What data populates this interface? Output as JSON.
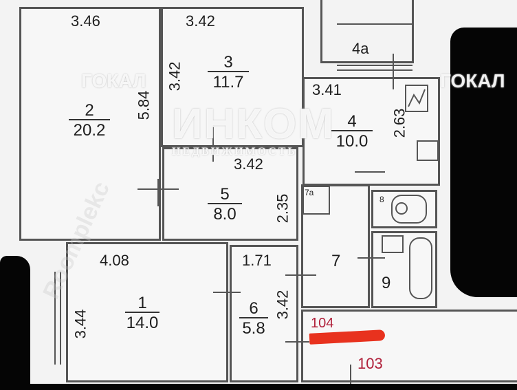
{
  "rooms": {
    "r2": {
      "number": "2",
      "area": "20.2",
      "width": "3.46",
      "length": "5.84"
    },
    "r3": {
      "number": "3",
      "area": "11.7",
      "width": "3.42",
      "length": "3.42"
    },
    "r4": {
      "number": "4",
      "area": "10.0",
      "width": "3.41",
      "length": "2.63"
    },
    "r4a": {
      "number": "4a"
    },
    "r5": {
      "number": "5",
      "area": "8.0",
      "width": "3.42",
      "length": "2.35"
    },
    "r1": {
      "number": "1",
      "area": "14.0",
      "width": "4.08",
      "length": "3.44"
    },
    "r6": {
      "number": "6",
      "area": "5.8",
      "width": "1.71",
      "length": "3.42"
    },
    "r7": {
      "number": "7"
    },
    "r7a": {
      "number": "7a"
    },
    "r8": {
      "number": "8"
    },
    "r9": {
      "number": "9"
    },
    "corridor": {
      "crossed_number": "104",
      "number": "103"
    }
  },
  "watermark": {
    "brand": "ИНКОМ",
    "subtitle": "НЕДВИЖИМОСТЬ",
    "side_left": "ГОКАЛ",
    "side_right": "ГОКАЛ",
    "diagonal": "Roomplekc"
  },
  "colors": {
    "wall": "#555555",
    "mark": "#e8321e",
    "label_red": "#b0203a"
  }
}
